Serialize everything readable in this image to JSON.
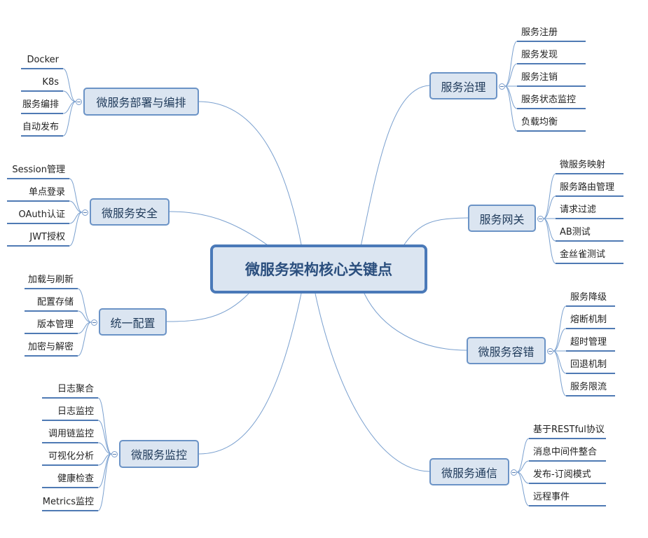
{
  "root": {
    "label": "微服务架构核心关键点"
  },
  "branches": [
    {
      "label": "服务治理",
      "leaves": [
        "服务注册",
        "服务发现",
        "服务注销",
        "服务状态监控",
        "负载均衡"
      ]
    },
    {
      "label": "服务网关",
      "leaves": [
        "微服务映射",
        "服务路由管理",
        "请求过滤",
        "AB测试",
        "金丝雀测试"
      ]
    },
    {
      "label": "微服务容错",
      "leaves": [
        "服务降级",
        "熔断机制",
        "超时管理",
        "回退机制",
        "服务限流"
      ]
    },
    {
      "label": "微服务通信",
      "leaves": [
        "基于RESTful协议",
        "消息中间件整合",
        "发布-订阅模式",
        "远程事件"
      ]
    },
    {
      "label": "微服务部署与编排",
      "leaves": [
        "Docker",
        "K8s",
        "服务编排",
        "自动发布"
      ]
    },
    {
      "label": "微服务安全",
      "leaves": [
        "Session管理",
        "单点登录",
        "OAuth认证",
        "JWT授权"
      ]
    },
    {
      "label": "统一配置",
      "leaves": [
        "加载与刷新",
        "配置存储",
        "版本管理",
        "加密与解密"
      ]
    },
    {
      "label": "微服务监控",
      "leaves": [
        "日志聚合",
        "日志监控",
        "调用链监控",
        "可视化分析",
        "健康检查",
        "Metrics监控"
      ]
    }
  ],
  "colors": {
    "line": "#7aa0cf",
    "leaf_underline": "#4f7ab4",
    "node_fill": "#dbe5f1",
    "node_border": "#6b93c6",
    "root_border": "#4a79b8"
  }
}
